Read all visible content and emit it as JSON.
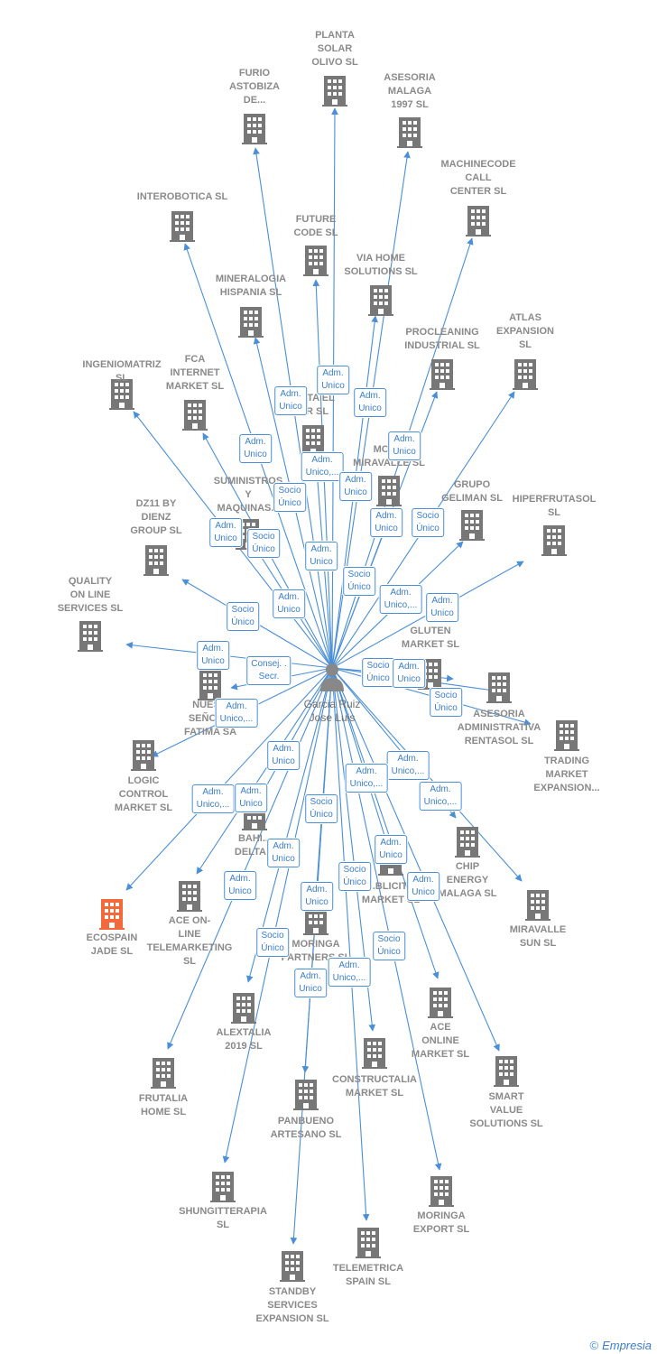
{
  "colors": {
    "edge": "#4a8fd8",
    "building": "#777777",
    "building_highlight": "#f26a3c",
    "person": "#888888"
  },
  "center": {
    "name": "Garcia Ruiz\nJose Luis",
    "icon": "person-icon"
  },
  "companies": [
    {
      "label": "PLANTA\nSOLAR\nOLIVO SL"
    },
    {
      "label": "FURIO\nASTOBIZA\nDE..."
    },
    {
      "label": "ASESORIA\nMALAGA\n1997  SL"
    },
    {
      "label": "MACHINECODE\nCALL\nCENTER  SL"
    },
    {
      "label": "INTEROBOTICA SL"
    },
    {
      "label": "FUTURE\nCODE  SL"
    },
    {
      "label": "VIA HOME\nSOLUTIONS SL"
    },
    {
      "label": "MINERALOGIA\nHISPANIA  SL"
    },
    {
      "label": "PROCLEANING\nINDUSTRIAL SL"
    },
    {
      "label": "ATLAS\nEXPANSION\nSL"
    },
    {
      "label": "INGENIOMATRIZ SL"
    },
    {
      "label": "FCA\nINTERNET\nMARKET  SL"
    },
    {
      "label": "...RTA EL\n...R SL"
    },
    {
      "label": "MOR...\nMIRAVALLE SL"
    },
    {
      "label": "SUMINISTROS\nY\nMAQUINAS..."
    },
    {
      "label": "GRUPO\nGELIMAN  SL"
    },
    {
      "label": "HIPERFRUTASOL\nSL"
    },
    {
      "label": "DZ11 BY\nDIENZ\nGROUP  SL"
    },
    {
      "label": "QUALITY\nON LINE\nSERVICES  SL"
    },
    {
      "label": "GLUTEN\nMARKET  SL"
    },
    {
      "label": "NUES...\nSEÑOR...\nFATIMA SA"
    },
    {
      "label": "ASESORIA\nADMINISTRATIVA\nRENTASOL SL"
    },
    {
      "label": "TRADING\nMARKET\nEXPANSION..."
    },
    {
      "label": "LOGIC\nCONTROL\nMARKET  SL"
    },
    {
      "label": "BAHI...\nDELTA..."
    },
    {
      "label": "CHIP\nENERGY\nMALAGA  SL"
    },
    {
      "label": "ECOSPAIN\nJADE  SL",
      "highlight": true
    },
    {
      "label": "ACE ON-\nLINE\nTELEMARKETING SL"
    },
    {
      "label": "...BLICIT...\nMARKET SL"
    },
    {
      "label": "MIRAVALLE\nSUN  SL"
    },
    {
      "label": "MORINGA\nPARTNERS SL"
    },
    {
      "label": "ALEXTALIA\n2019  SL"
    },
    {
      "label": "ACE\nONLINE\nMARKET SL"
    },
    {
      "label": "CONSTRUCTALIA\nMARKET  SL"
    },
    {
      "label": "FRUTALIA\nHOME  SL"
    },
    {
      "label": "SMART\nVALUE\nSOLUTIONS SL"
    },
    {
      "label": "PANBUENO\nARTESANO  SL"
    },
    {
      "label": "SHUNGITTERAPIA\nSL"
    },
    {
      "label": "MORINGA\nEXPORT  SL"
    },
    {
      "label": "TELEMETRICA\nSPAIN  SL"
    },
    {
      "label": "STANDBY\nSERVICES\nEXPANSION SL"
    }
  ],
  "relations": [
    {
      "label": "Adm.\nUnico"
    },
    {
      "label": "Adm.\nUnico"
    },
    {
      "label": "Adm.\nUnico"
    },
    {
      "label": "Adm.\nUnico"
    },
    {
      "label": "Adm.\nUnico,..."
    },
    {
      "label": "Adm.\nUnico"
    },
    {
      "label": "Adm.\nUnico"
    },
    {
      "label": "Socio\nÚnico"
    },
    {
      "label": "Adm.\nUnico"
    },
    {
      "label": "Socio\nÚnico"
    },
    {
      "label": "Adm.\nUnico"
    },
    {
      "label": "Socio\nÚnico"
    },
    {
      "label": "Adm.\nUnico"
    },
    {
      "label": "Adm.\nUnico"
    },
    {
      "label": "Socio\nÚnico"
    },
    {
      "label": "Adm.\nUnico,..."
    },
    {
      "label": "Adm.\nUnico"
    },
    {
      "label": "Socio\nÚnico"
    },
    {
      "label": "Adm.\nUnico"
    },
    {
      "label": "Consej. .\nSecr."
    },
    {
      "label": "Socio\nÚnico"
    },
    {
      "label": "Adm.\nUnico"
    },
    {
      "label": "Socio\nÚnico"
    },
    {
      "label": "Adm.\nUnico,..."
    },
    {
      "label": "Adm.\nUnico"
    },
    {
      "label": "Adm.\nUnico,..."
    },
    {
      "label": "Adm.\nUnico,..."
    },
    {
      "label": "Adm.\nUnico,..."
    },
    {
      "label": "Adm.\nUnico"
    },
    {
      "label": "Socio\nÚnico"
    },
    {
      "label": "Adm.\nUnico,..."
    },
    {
      "label": "Adm.\nUnico"
    },
    {
      "label": "Adm.\nUnico"
    },
    {
      "label": "Adm.\nUnico"
    },
    {
      "label": "Socio\nÚnico"
    },
    {
      "label": "Adm.\nUnico"
    },
    {
      "label": "Adm.\nUnico"
    },
    {
      "label": "Socio\nÚnico"
    },
    {
      "label": "Socio\nÚnico"
    },
    {
      "label": "Adm.\nUnico,..."
    },
    {
      "label": "Adm.\nUnico"
    }
  ],
  "brand": {
    "copyright": "©",
    "name": "Empresia"
  }
}
